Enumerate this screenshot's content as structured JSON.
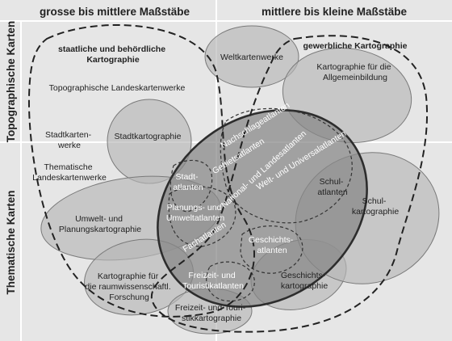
{
  "headers": {
    "col_left": "grosse bis mittlere Maßstäbe",
    "col_right": "mittlere bis kleine Maßstäbe",
    "row_top": "Topographische Karten",
    "row_bottom": "Thematische Karten"
  },
  "groups": {
    "official": [
      "staatliche und behördliche",
      "Kartographie"
    ],
    "commercial": "gewerbliche Kartographie"
  },
  "labels": {
    "weltkartenwerke": "Weltkartenwerke",
    "allgemeinbildung": [
      "Kartographie für die",
      "Allgemeinbildung"
    ],
    "landeskartenwerke": "Topographische Landeskartenwerke",
    "stadtkartenwerke": [
      "Stadtkarten-",
      "werke"
    ],
    "stadtkartographie": "Stadtkartographie",
    "them_landeskartenwerke": [
      "Thematische",
      "Landeskartenwerke"
    ],
    "umwelt_kartographie": [
      "Umwelt- und",
      "Planungskartographie"
    ],
    "raumwiss": [
      "Kartographie für",
      "die raumwissenschaftl.",
      "Forschung"
    ],
    "freizeit_kartographie": [
      "Freizeit- und Touri-",
      "stikkartographie"
    ],
    "geschichtskartographie": [
      "Geschichts-",
      "kartographie"
    ],
    "schulkartographie": [
      "Schul-",
      "kartographie"
    ],
    "schulatlanten": [
      "Schul-",
      "atlanten"
    ],
    "geschichtsatlanten": [
      "Geschichts-",
      "atlanten"
    ],
    "stadtatlanten": [
      "Stadt-",
      "atlanten"
    ],
    "umweltatlanten": [
      "Planungs- und",
      "Umweltatlanten"
    ],
    "fachatlanten": "Fachatlanten",
    "freizeitatlanten": [
      "Freizeit- und",
      "Touristikatlanten"
    ],
    "nachschlageatlanten": "Nachschlageatlanten",
    "gebietsatlanten": "Gebietsatlanten",
    "national_landesatlanten": "National- und Landesatlanten",
    "welt_universalatlanten": "Welt- und Universalatlanten"
  }
}
